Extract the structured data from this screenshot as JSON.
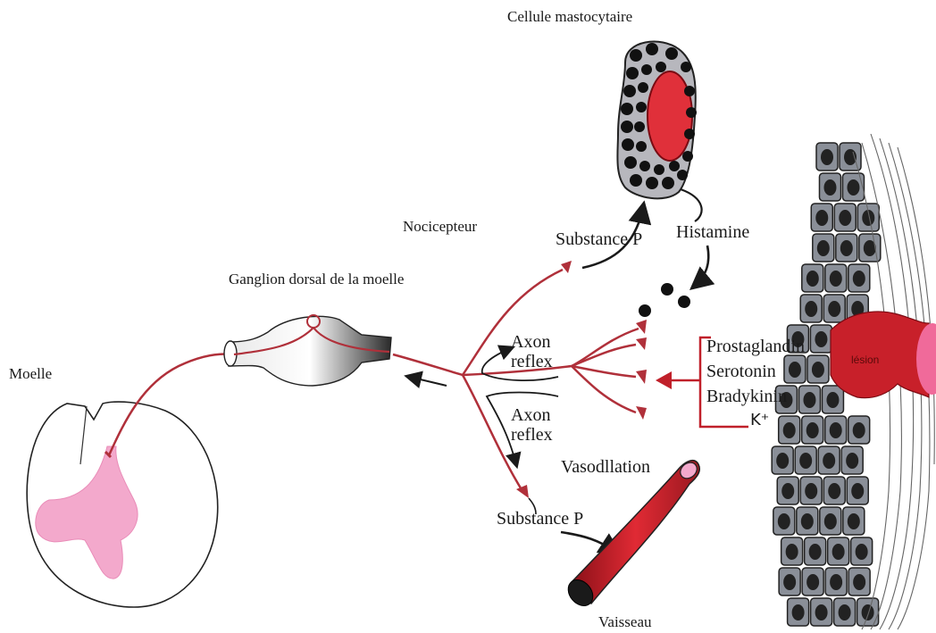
{
  "labels": {
    "moelle": "Moelle",
    "ganglion": "Ganglion dorsal de la moelle",
    "nocicepteur": "Nocicepteur",
    "cellule": "Cellule mastocytaire",
    "substance_p_top": "Substance P",
    "histamine": "Histamine",
    "axon_reflex_top": "Axon\nreflex",
    "axon_reflex_bottom": "Axon\nreflex",
    "prostaglandin": "Prostaglandin",
    "serotonin": "Serotonin",
    "bradykinin": "Bradykinin",
    "potassium": "K⁺",
    "vasodilation": "Vasodllation",
    "substance_p_bottom": "Substance P",
    "vaisseau": "Vaisseau",
    "lesion": "lésion"
  },
  "colors": {
    "nerve": "#b0303a",
    "arrow_red": "#c0202a",
    "vessel": "#c8202a",
    "tissue_cell": "#8a8f98",
    "nucleus": "#222222",
    "spinal_pink": "#f3a9cc",
    "lesion_red": "#c8202a"
  }
}
